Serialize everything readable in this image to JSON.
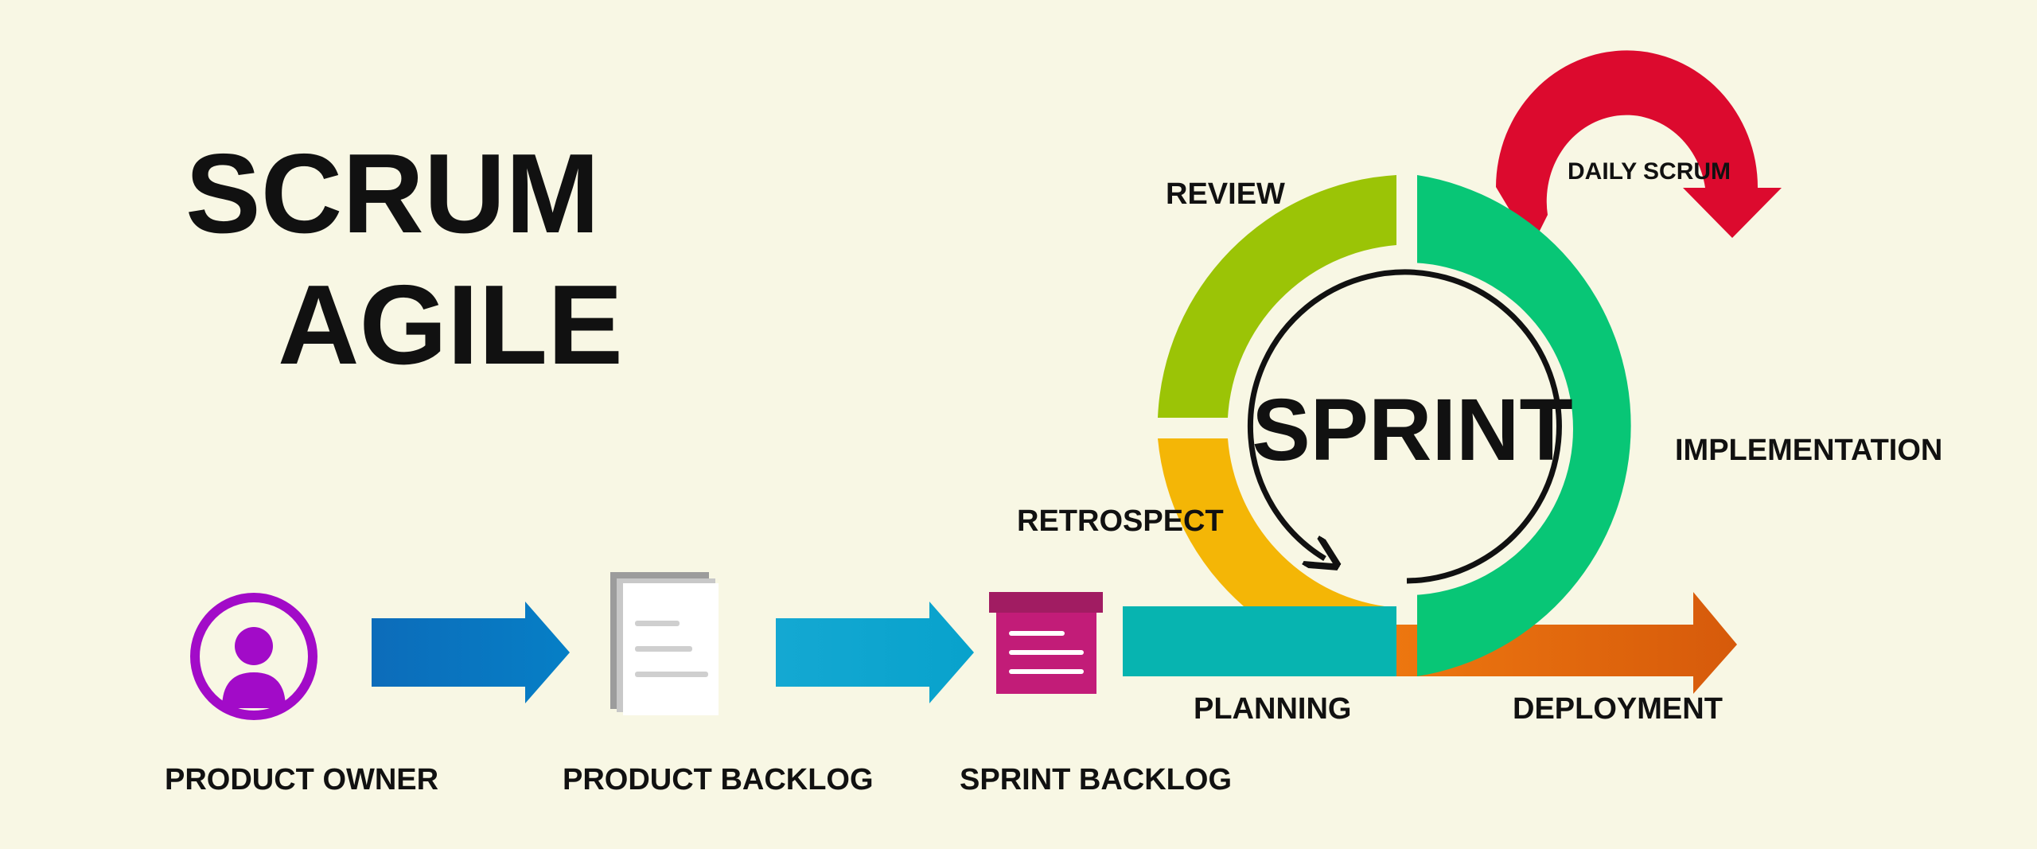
{
  "title": {
    "line1": "SCRUM",
    "line2": "AGILE"
  },
  "center": {
    "label": "SPRINT"
  },
  "stages": {
    "product_owner": "PRODUCT OWNER",
    "product_backlog": "PRODUCT BACKLOG",
    "sprint_backlog": "SPRINT BACKLOG",
    "planning": "PLANNING",
    "deployment": "DEPLOYMENT",
    "retrospect": "RETROSPECT",
    "review": "REVIEW",
    "implementation": "IMPLEMENTATION",
    "daily_scrum": "DAILY SCRUM"
  },
  "colors": {
    "background": "#f8f7e4",
    "product_owner": "#a20bc8",
    "arrow_1": "#0a74bf",
    "arrow_2": "#12a6cf",
    "sprint_backlog": "#c21c78",
    "planning": "#07b4b0",
    "retrospect": "#f4b606",
    "review": "#9bc406",
    "implementation": "#08c676",
    "deployment": "#d95e0b",
    "daily_scrum": "#dc0a2e"
  }
}
